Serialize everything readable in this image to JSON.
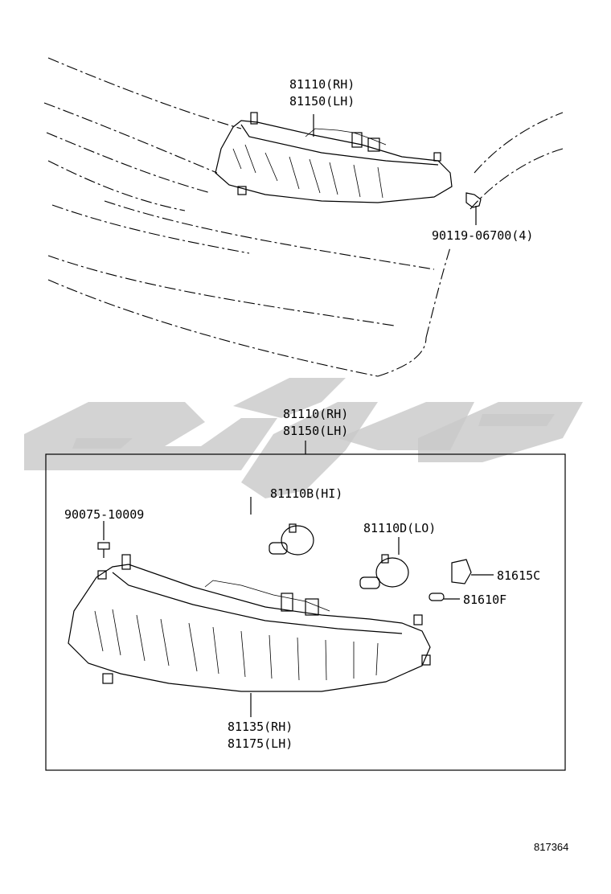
{
  "title": "",
  "accent_color": "#000000",
  "watermark_color": "#c9c9c9",
  "upper_callout": {
    "line1": "81110(RH)",
    "line2": "81150(LH)"
  },
  "clip_callout": "90119-06700(4)",
  "box_callout": {
    "line1": "81110(RH)",
    "line2": "81150(LH)"
  },
  "parts": {
    "hi_bulb": "81110B(HI)",
    "lo_bulb": "81110D(LO)",
    "screw": "90075-10009",
    "socket": "81615C",
    "small_bulb": "81610F",
    "lens_line1": "81135(RH)",
    "lens_line2": "81175(LH)"
  },
  "diagram_id": "817364"
}
